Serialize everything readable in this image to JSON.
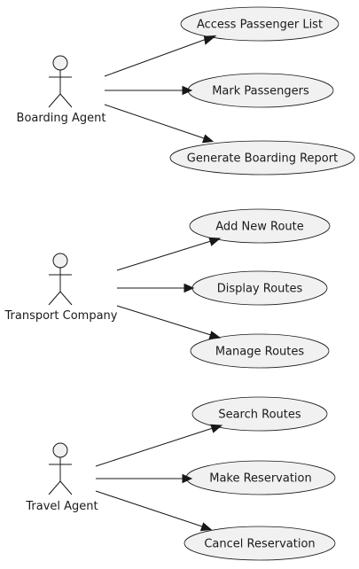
{
  "diagram": {
    "actors": [
      {
        "id": "boarding-agent",
        "label": "Boarding Agent",
        "use_cases": [
          "Access Passenger List",
          "Mark Passengers",
          "Generate Boarding Report"
        ]
      },
      {
        "id": "transport-company",
        "label": "Transport Company",
        "use_cases": [
          "Add New Route",
          "Display Routes",
          "Manage Routes"
        ]
      },
      {
        "id": "travel-agent",
        "label": "Travel Agent",
        "use_cases": [
          "Search Routes",
          "Make Reservation",
          "Cancel Reservation"
        ]
      }
    ]
  }
}
